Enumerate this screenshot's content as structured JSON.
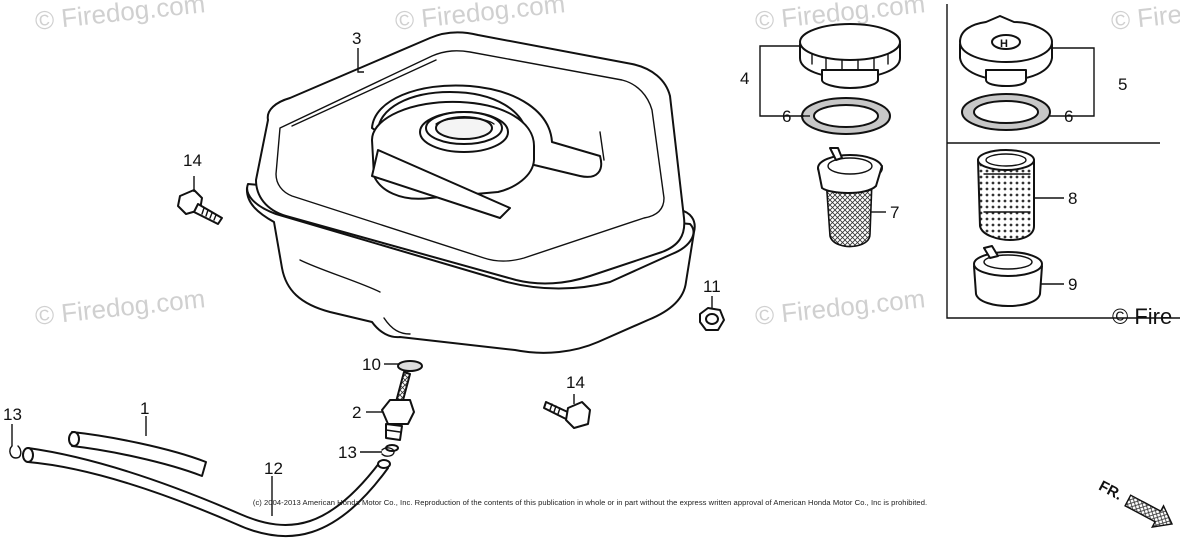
{
  "watermark": "© Firedog.com",
  "watermark_short": "© Fire",
  "callouts": [
    "1",
    "2",
    "3",
    "4",
    "5",
    "6",
    "6",
    "7",
    "8",
    "9",
    "10",
    "11",
    "12",
    "13",
    "13",
    "14",
    "14"
  ],
  "copyright": "(c) 2004-2013 American Honda Motor Co., Inc. Reproduction of the contents of this publication in whole or in part without the express written approval of American Honda Motor Co., Inc is prohibited.",
  "direction_label": "FR."
}
